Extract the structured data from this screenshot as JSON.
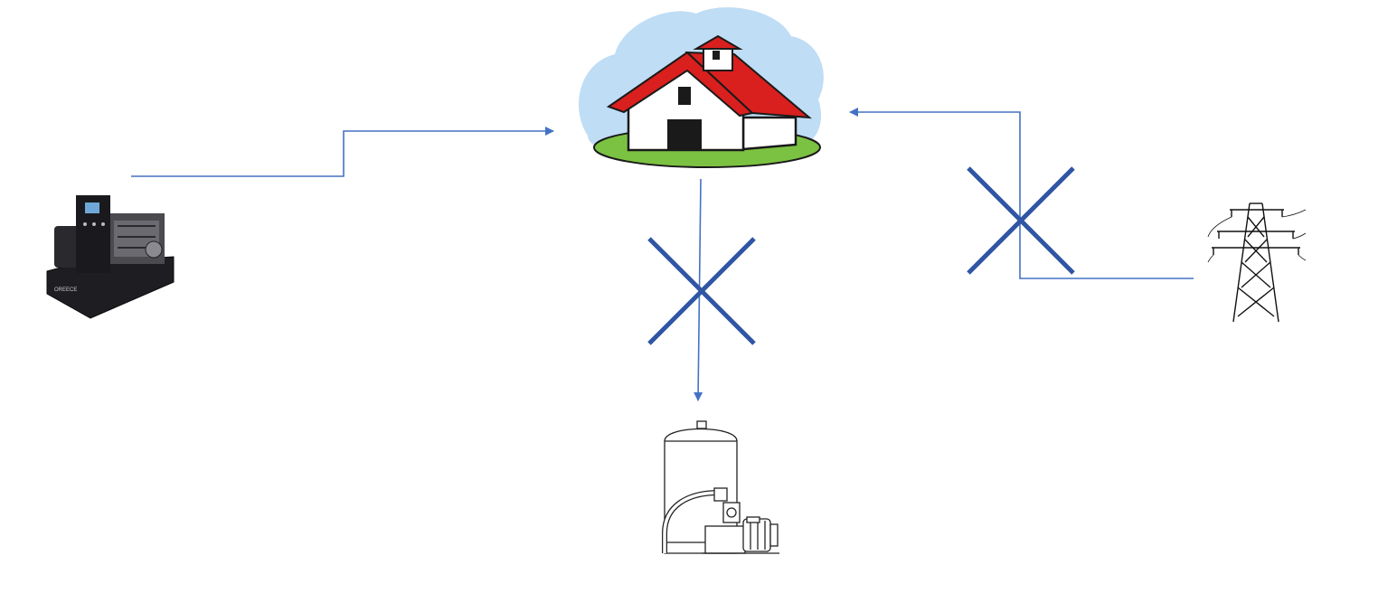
{
  "diagram": {
    "nodes": [
      {
        "id": "house",
        "icon": "house-icon"
      },
      {
        "id": "generator",
        "icon": "generator-icon",
        "label": "OREECE"
      },
      {
        "id": "power-tower",
        "icon": "power-tower-icon"
      },
      {
        "id": "water-pump",
        "icon": "water-pump-icon"
      }
    ],
    "edges": [
      {
        "from": "generator",
        "to": "house",
        "blocked": false
      },
      {
        "from": "power-tower",
        "to": "house",
        "blocked": true
      },
      {
        "from": "house",
        "to": "water-pump",
        "blocked": true
      }
    ],
    "colors": {
      "connector": "#4472C4",
      "cross": "#2F55A4",
      "roof": "#D9201E",
      "sky": "#BFDDF5",
      "grass": "#7CC242"
    }
  }
}
